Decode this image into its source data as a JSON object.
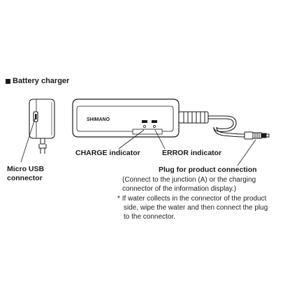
{
  "section": {
    "title": "Battery charger"
  },
  "device": {
    "brand_mark": "SHIMANO"
  },
  "callouts": {
    "micro_usb_line1": "Micro USB",
    "micro_usb_line2": "connector",
    "charge_indicator": "CHARGE indicator",
    "error_indicator": "ERROR indicator",
    "plug_title": "Plug for product connection",
    "plug_desc_line1": "(Connect to the junction (A) or the charging",
    "plug_desc_line2": "connector of the information display.)",
    "note_marker": "*",
    "note_line1": "If water collects in the connector of the product",
    "note_line2": "side, wipe the water and then connect the plug",
    "note_line3": "to the connector."
  }
}
